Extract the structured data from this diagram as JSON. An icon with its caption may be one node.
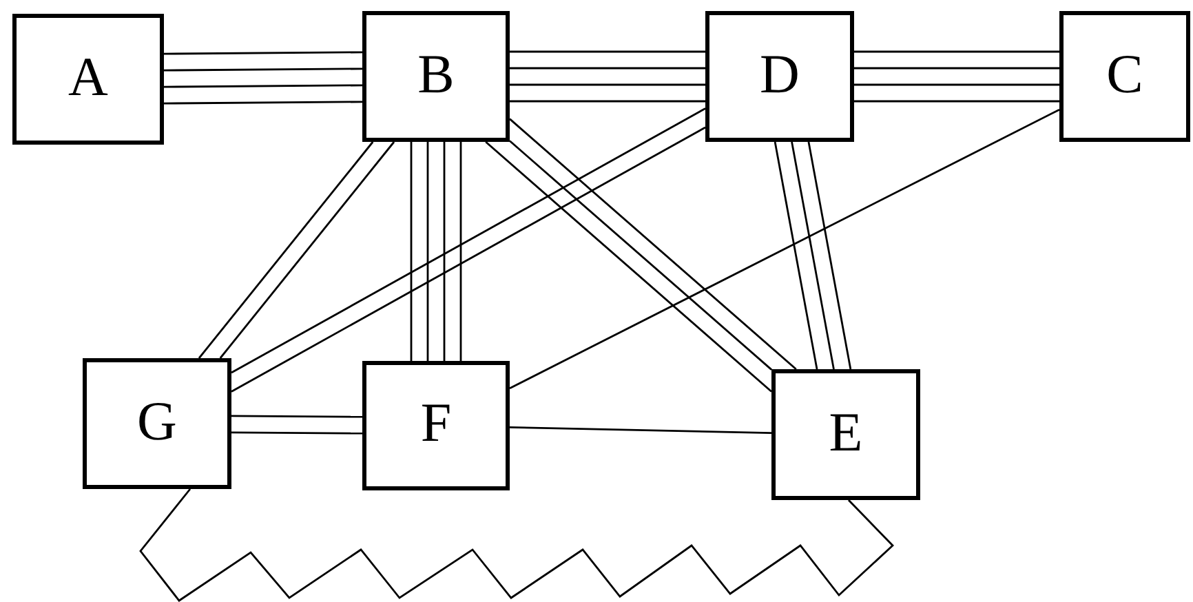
{
  "diagram": {
    "nodes": [
      {
        "text": [
          "A"
        ]
      },
      {
        "text": [
          "B"
        ]
      },
      {
        "text": [
          "D"
        ]
      },
      {
        "text": [
          "C"
        ]
      },
      {
        "text": [
          "G"
        ]
      },
      {
        "text": [
          "F"
        ]
      },
      {
        "text": [
          "E"
        ]
      }
    ],
    "edges": [
      {
        "from": 0,
        "to": 1,
        "arrow": "none"
      },
      {
        "from": 0,
        "to": 1,
        "arrow": "none"
      },
      {
        "from": 0,
        "to": 1,
        "arrow": "none"
      },
      {
        "from": 0,
        "to": 1,
        "arrow": "none"
      },
      {
        "from": 1,
        "to": 2,
        "arrow": "none"
      },
      {
        "from": 1,
        "to": 2,
        "arrow": "none"
      },
      {
        "from": 1,
        "to": 2,
        "arrow": "none"
      },
      {
        "from": 1,
        "to": 2,
        "arrow": "none"
      },
      {
        "from": 2,
        "to": 3,
        "arrow": "none"
      },
      {
        "from": 2,
        "to": 3,
        "arrow": "none"
      },
      {
        "from": 2,
        "to": 3,
        "arrow": "none"
      },
      {
        "from": 2,
        "to": 3,
        "arrow": "none"
      },
      {
        "from": 1,
        "to": 4,
        "arrow": "none"
      },
      {
        "from": 1,
        "to": 4,
        "arrow": "none"
      },
      {
        "from": 1,
        "to": 5,
        "arrow": "none"
      },
      {
        "from": 1,
        "to": 5,
        "arrow": "none"
      },
      {
        "from": 1,
        "to": 5,
        "arrow": "none"
      },
      {
        "from": 1,
        "to": 5,
        "arrow": "none"
      },
      {
        "from": 1,
        "to": 6,
        "arrow": "none"
      },
      {
        "from": 1,
        "to": 6,
        "arrow": "none"
      },
      {
        "from": 1,
        "to": 6,
        "arrow": "none"
      },
      {
        "from": 2,
        "to": 4,
        "arrow": "none"
      },
      {
        "from": 2,
        "to": 4,
        "arrow": "none"
      },
      {
        "from": 2,
        "to": 6,
        "arrow": "none"
      },
      {
        "from": 2,
        "to": 6,
        "arrow": "none"
      },
      {
        "from": 2,
        "to": 6,
        "arrow": "none"
      },
      {
        "from": 3,
        "to": 5,
        "arrow": "none"
      },
      {
        "from": 4,
        "to": 5,
        "arrow": "none"
      },
      {
        "from": 4,
        "to": 5,
        "arrow": "none"
      },
      {
        "from": 5,
        "to": 6,
        "arrow": "none"
      },
      {
        "from": 4,
        "to": 6,
        "arrow": "none"
      }
    ]
  }
}
